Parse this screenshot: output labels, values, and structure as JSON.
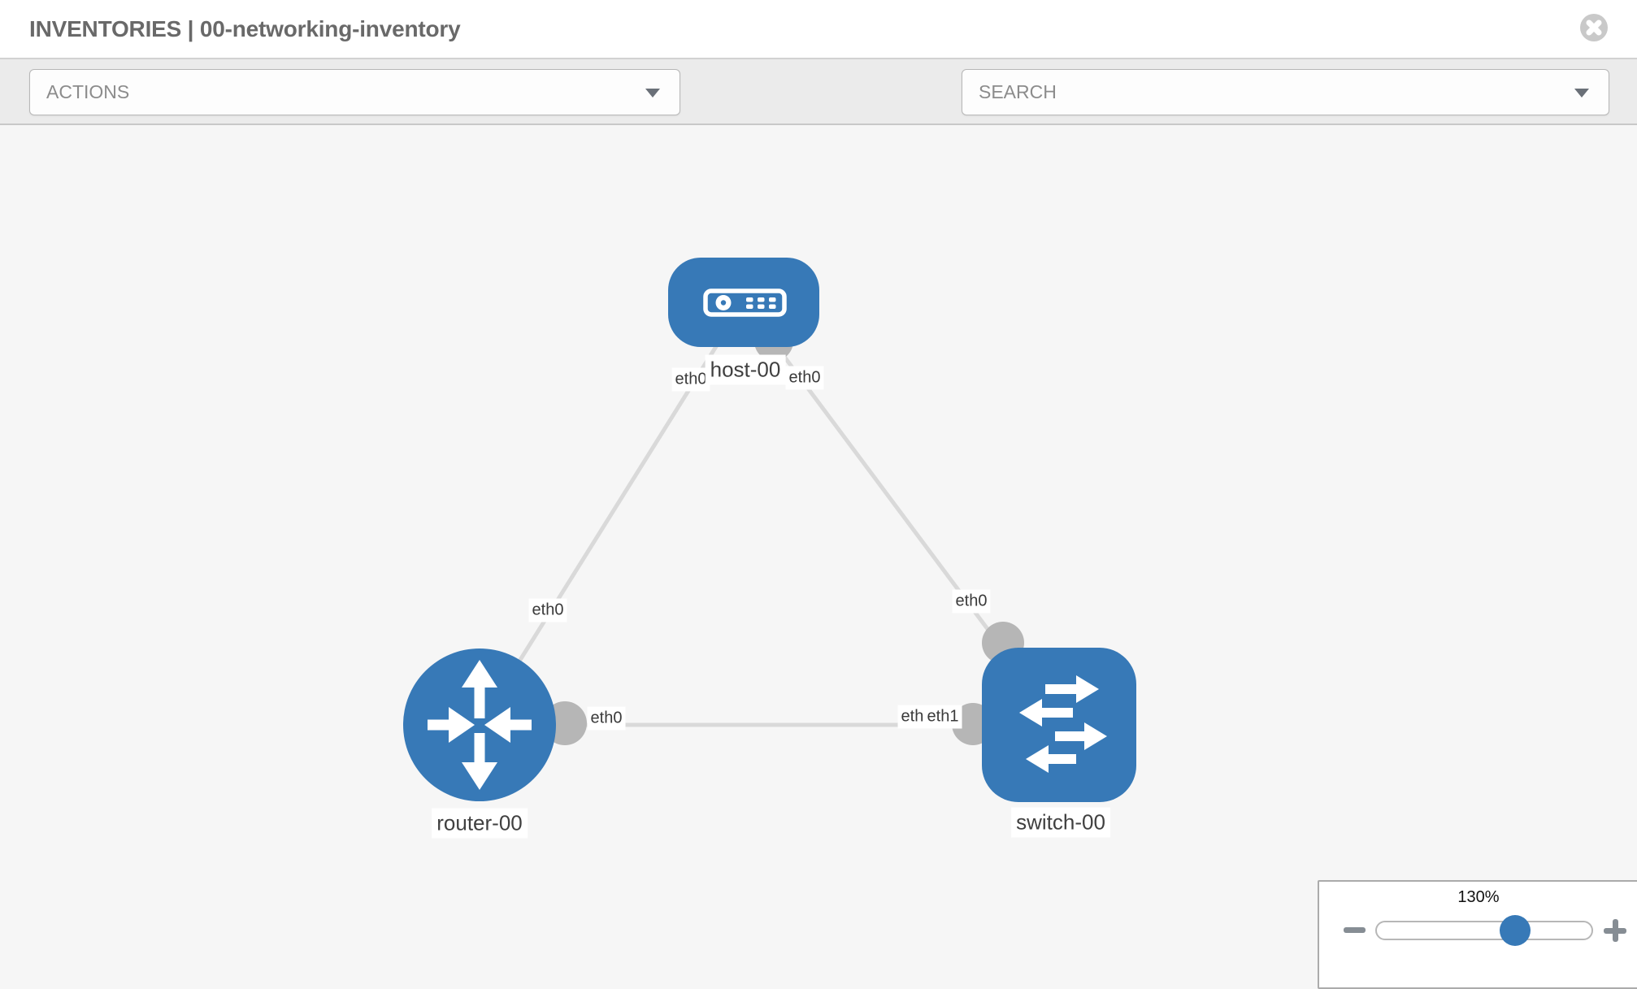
{
  "window": {
    "title": "INVENTORIES | 00-networking-inventory"
  },
  "toolbar": {
    "actions_label": "ACTIONS",
    "search_placeholder": "SEARCH",
    "icons": [
      "wrench-icon",
      "key-icon"
    ]
  },
  "topology": {
    "nodes": [
      {
        "label": "host-00",
        "type": "host"
      },
      {
        "label": "router-00",
        "type": "router"
      },
      {
        "label": "switch-00",
        "type": "switch"
      }
    ],
    "links": [
      {
        "from": "router-00",
        "to": "host-00",
        "from_iface": "eth0",
        "to_iface": "eth0"
      },
      {
        "from": "host-00",
        "to": "switch-00",
        "from_iface": "eth0",
        "to_iface": "eth0"
      },
      {
        "from": "router-00",
        "to": "switch-00",
        "from_iface": "eth0",
        "to_iface": "eth1",
        "to_iface_overlapped": "eth0"
      }
    ]
  },
  "zoom_control": {
    "level": "130%"
  },
  "colors": {
    "node_blue": "#3779b7",
    "link_gray": "#d9d9d9",
    "port_gray": "#b6b6b6",
    "toolbar_bg": "#ebebeb",
    "canvas_bg": "#f6f6f6",
    "border_gray": "#b7b7b7"
  }
}
